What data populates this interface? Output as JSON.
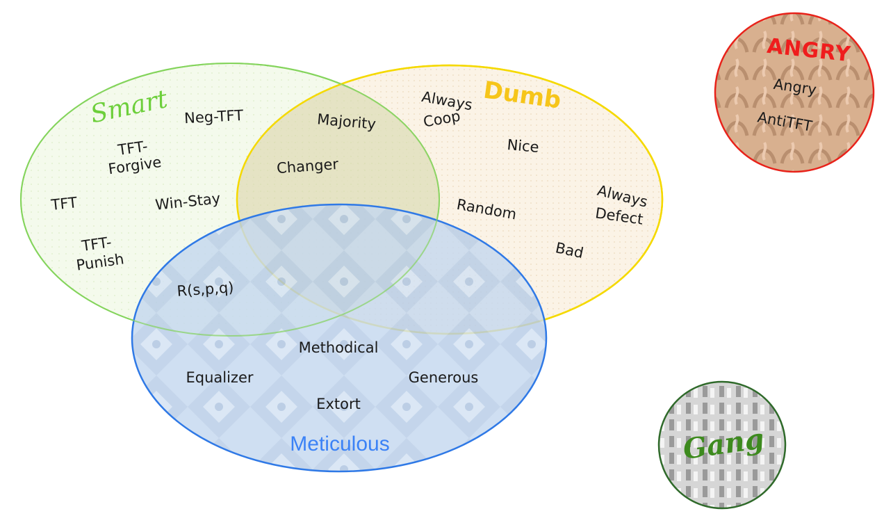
{
  "sets": {
    "smart": {
      "title": "Smart",
      "color": "#6dcf3b",
      "fill": "#eef7e2"
    },
    "dumb": {
      "title": "Dumb",
      "color": "#f5d900",
      "fill": "#fbf1df",
      "title_color": "#f6c51a"
    },
    "meticulous": {
      "title": "Meticulous",
      "color": "#2f79e6",
      "fill": "#bfd5ef",
      "title_color": "#3b82f6"
    },
    "angry": {
      "title": "ANGRY",
      "color": "#e8221a",
      "fill": "#d4a98c",
      "title_color": "#ef1d1d"
    },
    "gang": {
      "title": "Gang",
      "color": "#2f6a2a",
      "fill": "#cfcfcf",
      "title_color": "#3d8a1e"
    }
  },
  "strategies": {
    "neg_tft": "Neg-TFT",
    "tft_forgive_1": "TFT-",
    "tft_forgive_2": "Forgive",
    "tft": "TFT",
    "win_stay": "Win-Stay",
    "tft_punish_1": "TFT-",
    "tft_punish_2": "Punish",
    "majority": "Majority",
    "changer": "Changer",
    "always_coop_1": "Always",
    "always_coop_2": "Coop",
    "nice": "Nice",
    "always_defect_1": "Always",
    "always_defect_2": "Defect",
    "random": "Random",
    "bad": "Bad",
    "rspq": "R(s,p,q)",
    "methodical": "Methodical",
    "equalizer": "Equalizer",
    "generous": "Generous",
    "extort": "Extort",
    "angry": "Angry",
    "antitft": "AntiTFT"
  }
}
